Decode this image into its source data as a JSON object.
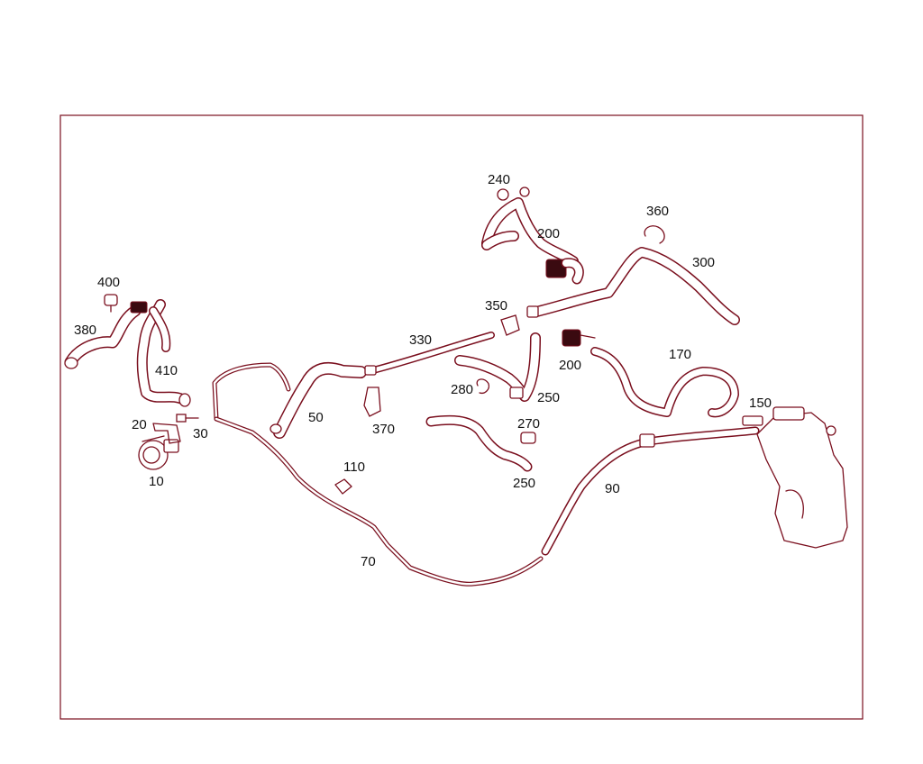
{
  "colors": {
    "line": "#7a0f1e",
    "text": "#111111",
    "background": "#ffffff"
  },
  "callouts": [
    {
      "id": "c10",
      "text": "10"
    },
    {
      "id": "c20",
      "text": "20"
    },
    {
      "id": "c30",
      "text": "30"
    },
    {
      "id": "c50",
      "text": "50"
    },
    {
      "id": "c70",
      "text": "70"
    },
    {
      "id": "c90",
      "text": "90"
    },
    {
      "id": "c110",
      "text": "110"
    },
    {
      "id": "c150",
      "text": "150"
    },
    {
      "id": "c170",
      "text": "170"
    },
    {
      "id": "c200a",
      "text": "200"
    },
    {
      "id": "c200b",
      "text": "200"
    },
    {
      "id": "c240",
      "text": "240"
    },
    {
      "id": "c250a",
      "text": "250"
    },
    {
      "id": "c250b",
      "text": "250"
    },
    {
      "id": "c270",
      "text": "270"
    },
    {
      "id": "c280",
      "text": "280"
    },
    {
      "id": "c300",
      "text": "300"
    },
    {
      "id": "c330",
      "text": "330"
    },
    {
      "id": "c350",
      "text": "350"
    },
    {
      "id": "c360",
      "text": "360"
    },
    {
      "id": "c370",
      "text": "370"
    },
    {
      "id": "c380",
      "text": "380"
    },
    {
      "id": "c400",
      "text": "400"
    },
    {
      "id": "c410",
      "text": "410"
    }
  ]
}
